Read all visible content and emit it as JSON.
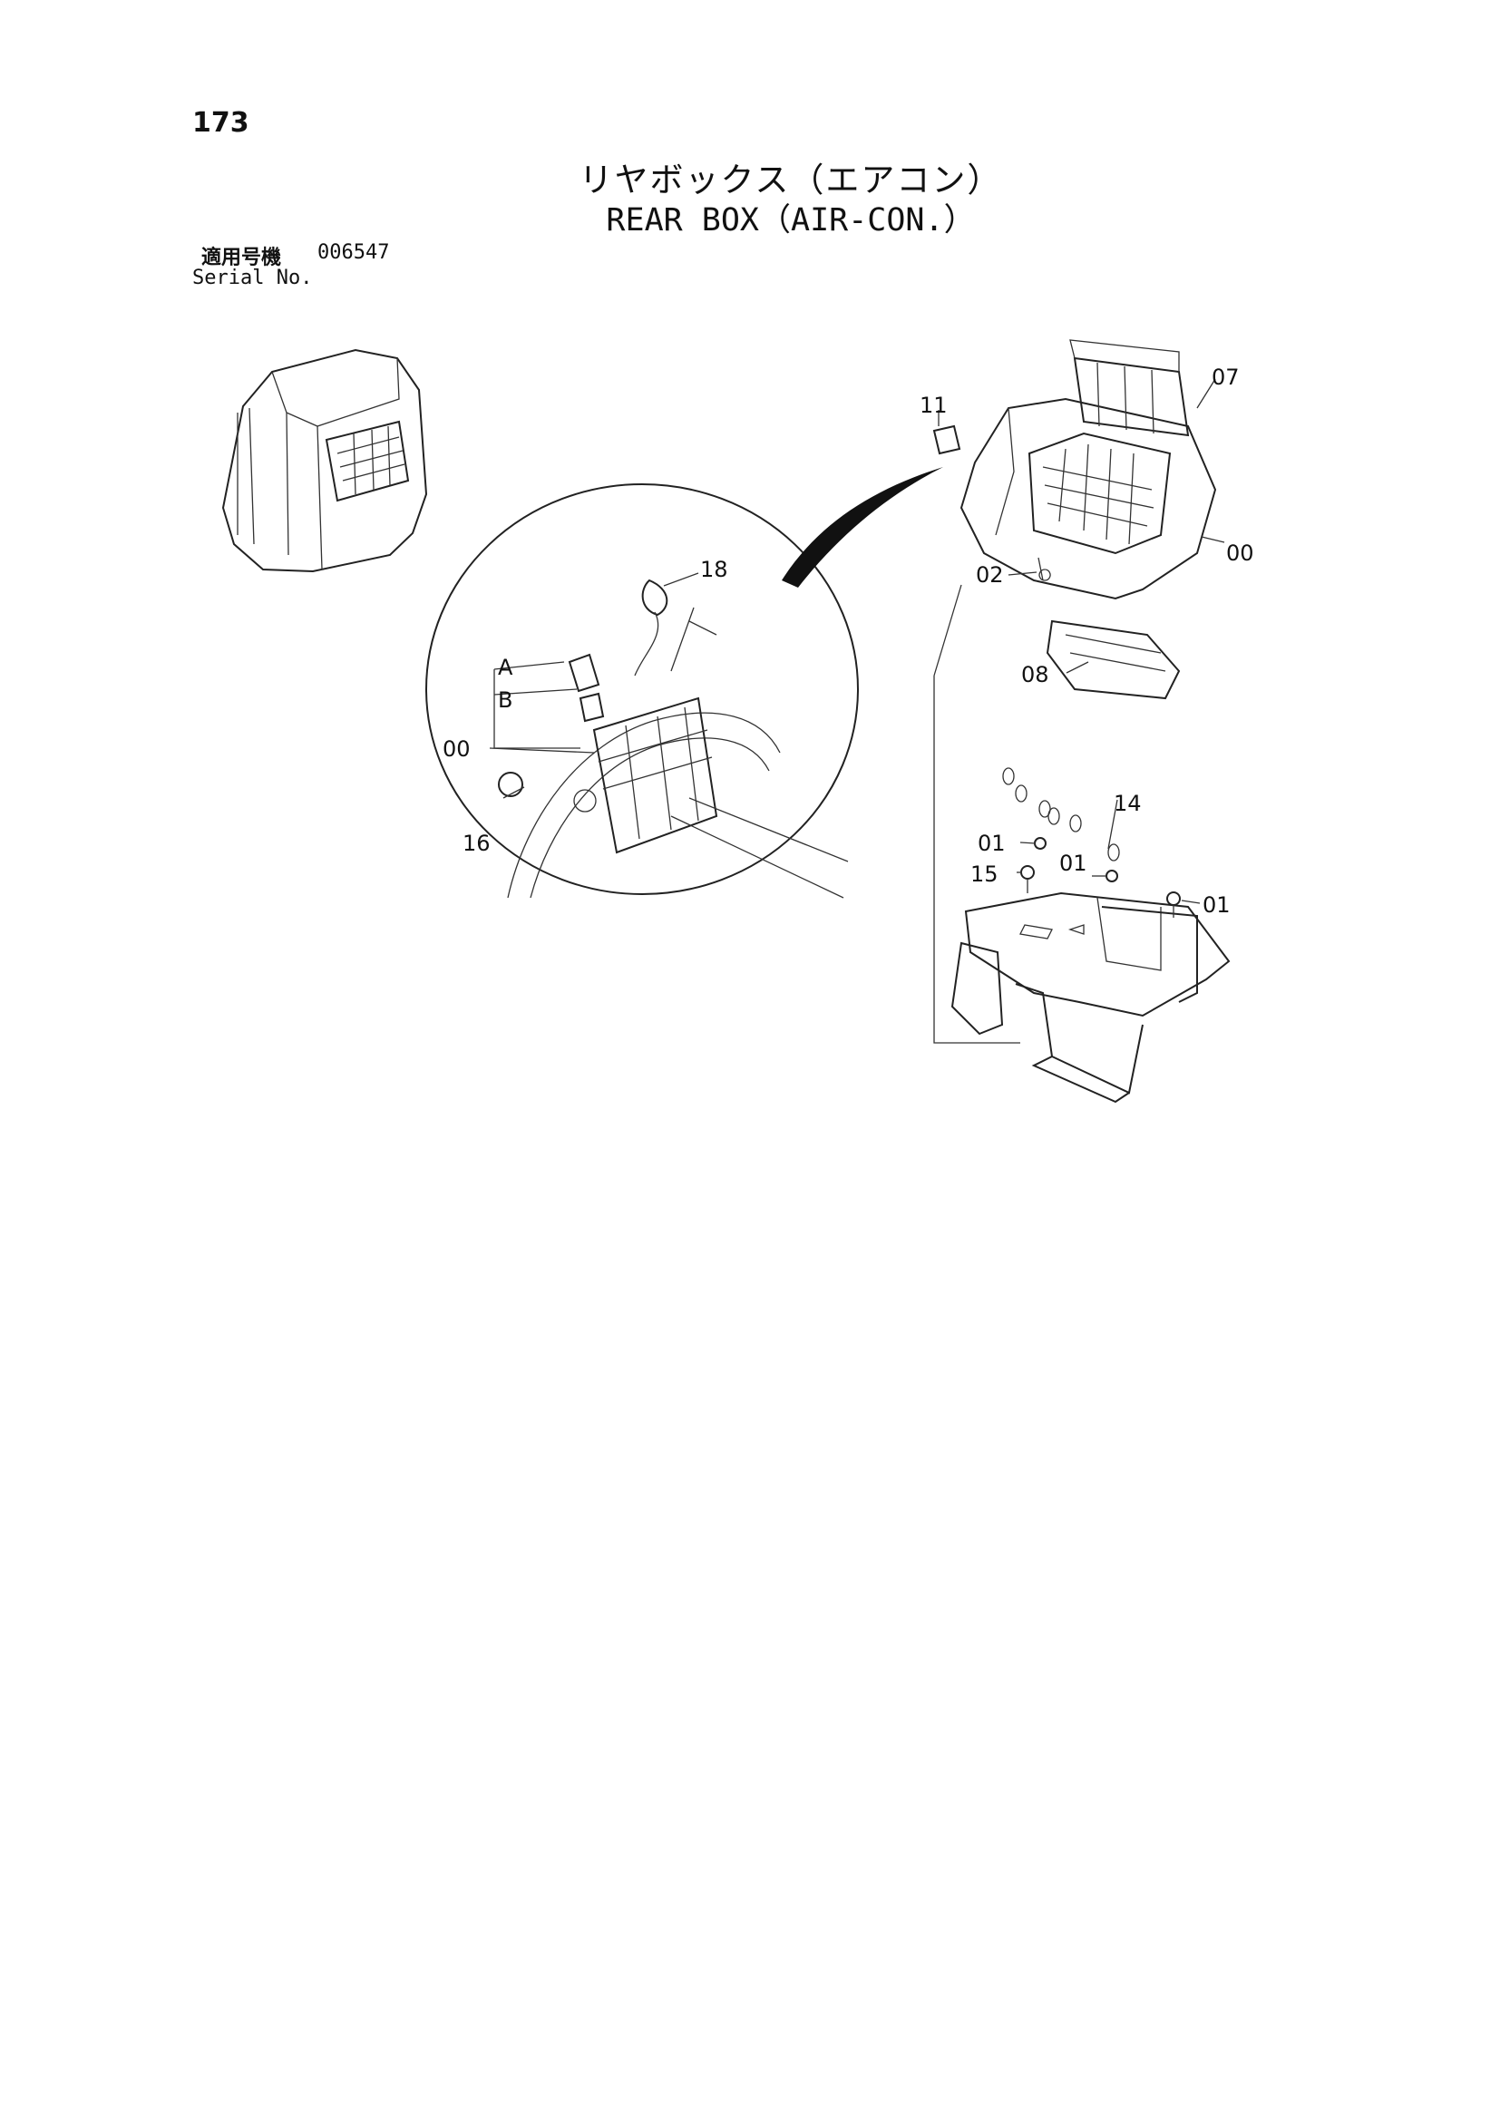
{
  "page": {
    "number": "173"
  },
  "title": {
    "japanese": "リヤボックス（エアコン）",
    "english": "REAR BOX（AIR-CON.）"
  },
  "serial": {
    "japanese_label": "適用号機",
    "number": "006547",
    "english_label": "Serial No."
  },
  "callouts": {
    "c00_main": "00",
    "c07": "07",
    "c11": "11",
    "c02": "02",
    "c08": "08",
    "c18": "18",
    "cA": "A",
    "cB": "B",
    "c00_detail": "00",
    "c16": "16",
    "c14": "14",
    "c01_a": "01",
    "c15": "15",
    "c01_b": "01",
    "c01_c": "01"
  }
}
